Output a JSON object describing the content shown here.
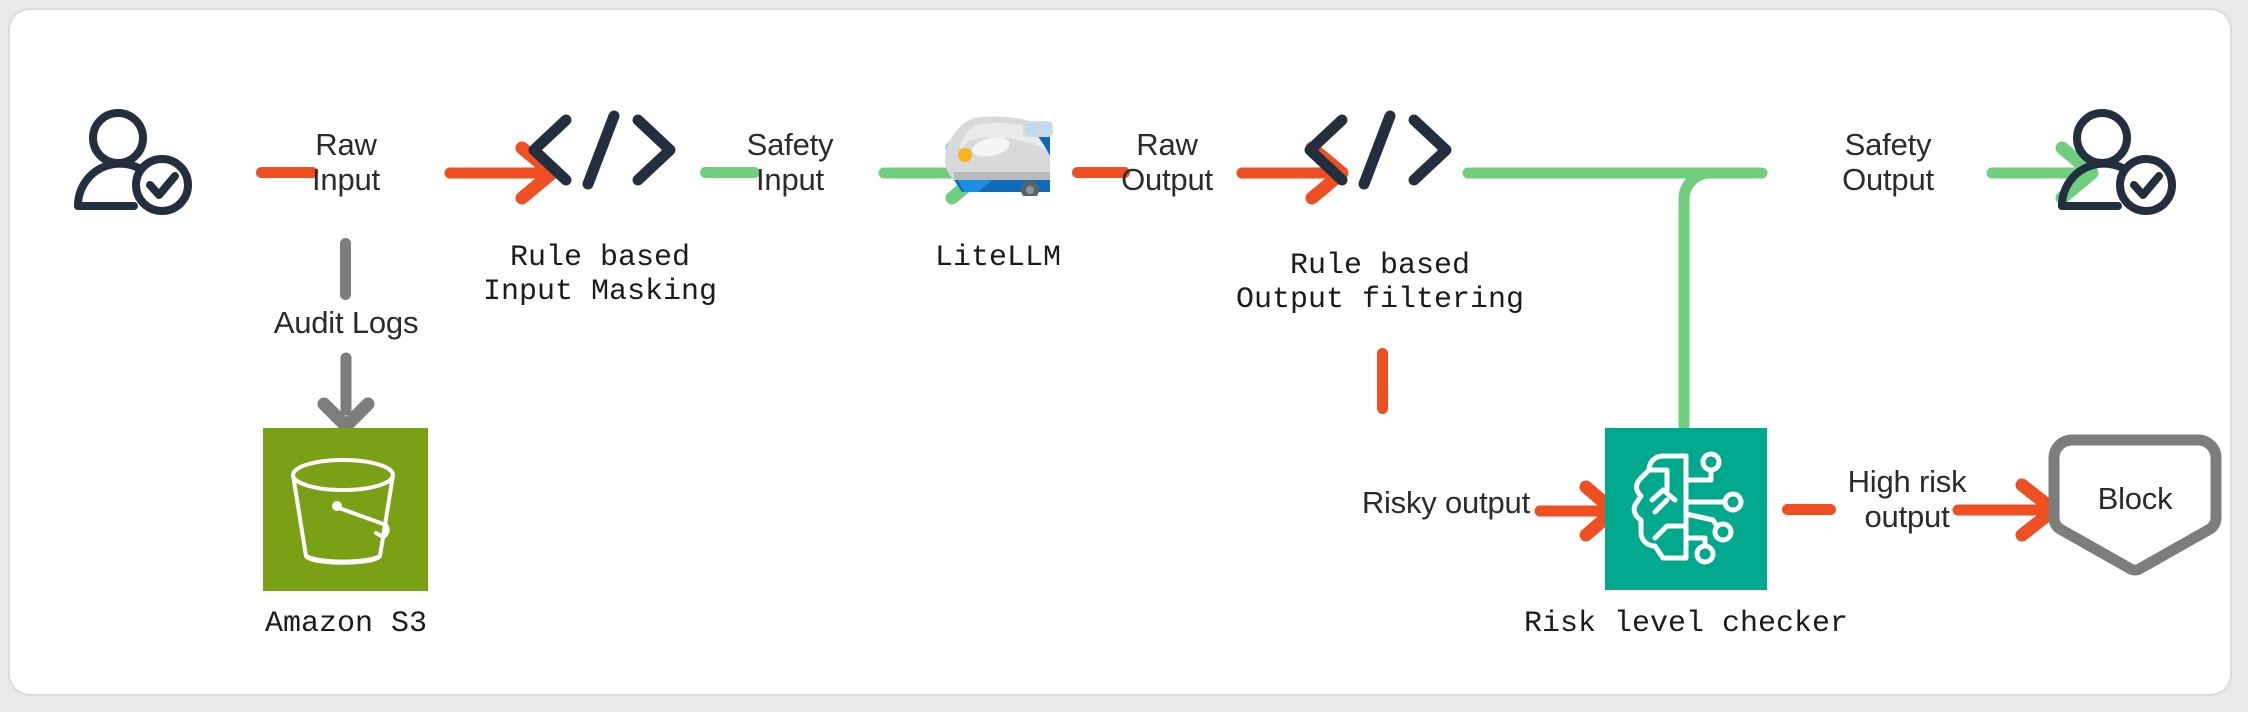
{
  "diagram": {
    "title": "LLM guardrail pipeline",
    "colors": {
      "flow_raw": "#f04e23",
      "flow_safe": "#6fcf7f",
      "audit": "#7d7d7d",
      "s3_tile": "#7aa116",
      "risk_tile": "#00a88e",
      "code_icon": "#232f3e",
      "user_icon": "#232f3e",
      "block_outline": "#7d7d7d",
      "frame_border": "#d9dbdd",
      "canvas": "#ffffff",
      "page_background": "#e8e8e8"
    },
    "nodes": [
      {
        "id": "user-in",
        "icon": "user-verified-icon",
        "caption": ""
      },
      {
        "id": "input-mask",
        "icon": "code-brackets-icon",
        "caption": "Rule based\nInput Masking"
      },
      {
        "id": "litellm",
        "icon": "bullet-train-icon",
        "caption": "LiteLLM"
      },
      {
        "id": "output-filter",
        "icon": "code-brackets-icon",
        "caption": "Rule based\nOutput filtering"
      },
      {
        "id": "user-out",
        "icon": "user-verified-icon",
        "caption": ""
      },
      {
        "id": "s3",
        "icon": "s3-bucket-icon",
        "caption": "Amazon S3"
      },
      {
        "id": "risk-checker",
        "icon": "brain-circuit-icon",
        "caption": "Risk level checker"
      },
      {
        "id": "block",
        "icon": "shield-icon",
        "caption": "",
        "label": "Block"
      }
    ],
    "edges": [
      {
        "id": "e-raw-input",
        "label": "Raw\nInput",
        "color": "flow_raw"
      },
      {
        "id": "e-safety-input",
        "label": "Safety\nInput",
        "color": "flow_safe"
      },
      {
        "id": "e-raw-output",
        "label": "Raw\nOutput",
        "color": "flow_raw"
      },
      {
        "id": "e-safety-output",
        "label": "Safety\nOutput",
        "color": "flow_safe"
      },
      {
        "id": "e-audit-logs",
        "label": "Audit Logs",
        "color": "audit"
      },
      {
        "id": "e-risky-output",
        "label": "Risky output",
        "color": "flow_raw"
      },
      {
        "id": "e-high-risk",
        "label": "High risk\noutput",
        "color": "flow_raw"
      }
    ],
    "labels": {
      "raw_input": "Raw\nInput",
      "safety_input": "Safety\nInput",
      "raw_output": "Raw\nOutput",
      "safety_output": "Safety\nOutput",
      "audit_logs": "Audit Logs",
      "risky_output": "Risky output",
      "high_risk_output": "High risk\noutput",
      "block": "Block"
    },
    "captions": {
      "input_masking": "Rule based\nInput Masking",
      "litellm": "LiteLLM",
      "output_filtering": "Rule based\nOutput filtering",
      "amazon_s3": "Amazon S3",
      "risk_level_checker": "Risk level checker"
    }
  }
}
